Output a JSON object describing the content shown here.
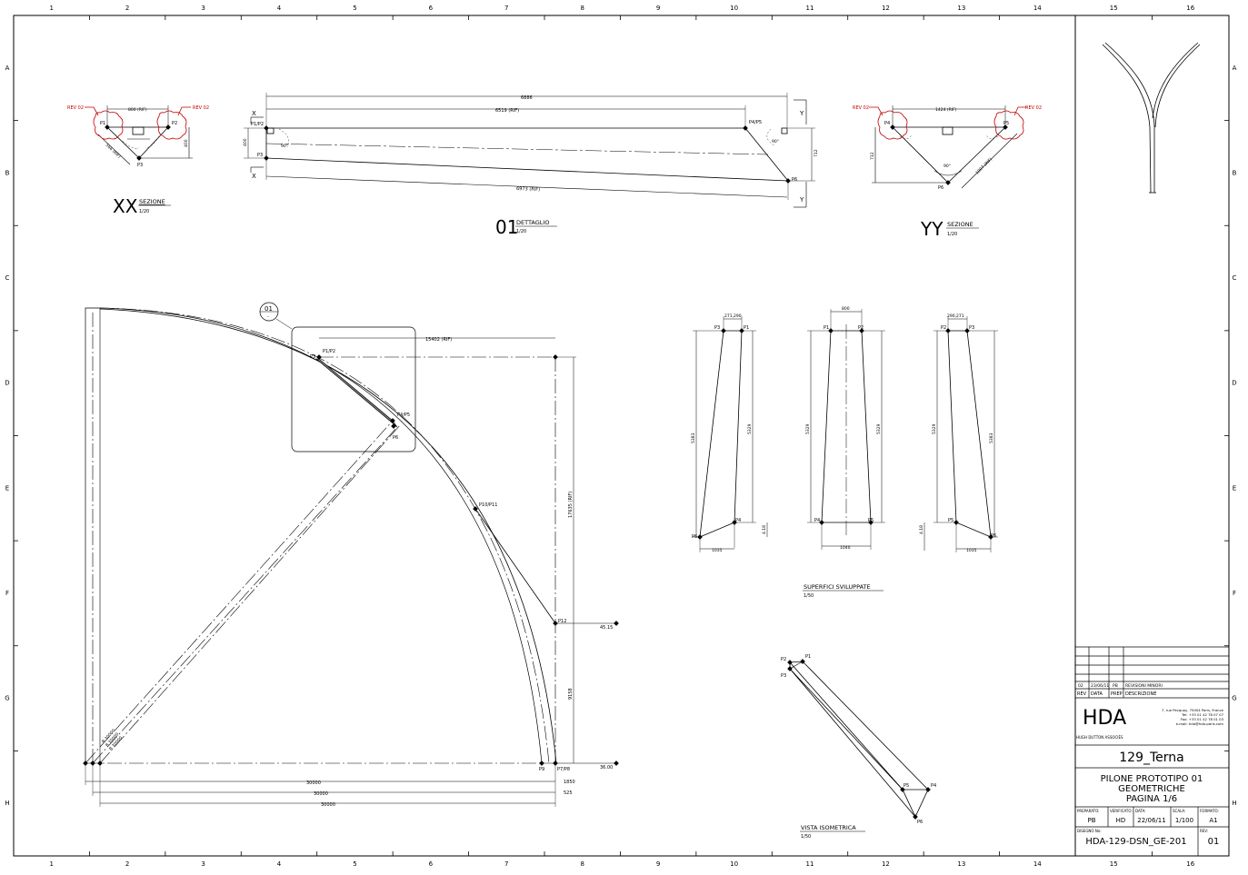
{
  "border": {
    "cols": [
      "1",
      "2",
      "3",
      "4",
      "5",
      "6",
      "7",
      "8",
      "9",
      "10",
      "11",
      "12",
      "13",
      "14",
      "15",
      "16"
    ],
    "rows": [
      "A",
      "B",
      "C",
      "D",
      "E",
      "F",
      "G",
      "H"
    ]
  },
  "section_xx": {
    "letters": "XX",
    "word": "SEZIONE",
    "scale": "1/20",
    "rev_left": "REV 02",
    "rev_right": "REV 02",
    "p1": "P1",
    "p2": "P2",
    "p3": "P3",
    "dim_top": "800 (RIF)",
    "dim_side": "400",
    "dim_diag": "566 (RIF)"
  },
  "detail_01": {
    "number": "01",
    "word": "DETTAGLIO",
    "scale": "1/20",
    "p12": "P1/P2",
    "p3": "P3",
    "p45": "P4/P5",
    "p6": "P6",
    "x": "X",
    "y": "Y",
    "dim_top": "6886",
    "dim_mid": "6519 (RIF)",
    "dim_bot": "6973 (RIF)",
    "dim_left": "400",
    "dim_right": "712",
    "ang_left": "90°",
    "ang_right": "90°"
  },
  "section_yy": {
    "letters": "YY",
    "word": "SEZIONE",
    "scale": "1/20",
    "rev_left": "REV 02",
    "rev_right": "REV 02",
    "p4": "P4",
    "p5": "P5",
    "p6": "P6",
    "dim_top": "1424 (RIF)",
    "dim_side": "712",
    "dim_diag": "1007 (RIF)",
    "ang": "90°"
  },
  "main_view": {
    "callout_num": "01",
    "callout_sub": "-",
    "p3": "P3",
    "p12": "P1/P2",
    "p45": "P4/P5",
    "p6": "P6",
    "p1011": "P10/P11",
    "p12b": "P12",
    "p9": "P9",
    "p78": "P7/P8",
    "dim_top": "15402 (RIF)",
    "dim_vert": "17635 (RIF)",
    "dim_vert2": "9158",
    "dim_right1": "45.15",
    "dim_right2": "36.00",
    "dim_h1": "30000",
    "dim_h2": "30000",
    "dim_h3": "30000",
    "dim_s1": "1850",
    "dim_s2": "525",
    "arc_labels": [
      "R 30000",
      "R 30000",
      "R 30000"
    ]
  },
  "surfaces": {
    "label": "SUPERFICI SVILUPPATE",
    "scale": "1/50",
    "left": {
      "p3": "P3",
      "p1": "P1",
      "p4": "P4",
      "p6": "P6",
      "top": "271,290",
      "h1": "5383",
      "h2": "5329",
      "bot": "1035",
      "side": "4.18"
    },
    "mid": {
      "p1": "P1",
      "p2": "P2",
      "p4": "P4",
      "p5": "P5",
      "top": "800",
      "h1": "5329",
      "h2": "5329",
      "bot": "1040"
    },
    "right": {
      "p2": "P2",
      "p3": "P3",
      "p5": "P5",
      "p6": "P6",
      "top": "290,271",
      "h1": "5329",
      "h2": "5383",
      "bot": "1035",
      "side": "4.18"
    }
  },
  "iso": {
    "label": "VISTA ISOMETRICA",
    "scale": "1/50",
    "p1": "P1",
    "p2": "P2",
    "p3": "P3",
    "p4": "P4",
    "p5": "P5",
    "p6": "P6"
  },
  "title_block": {
    "rev_row": {
      "rev": "02",
      "date": "23/06/11",
      "prep": "PB",
      "desc": "REVISIONI MINORI"
    },
    "headers": {
      "rev": "REV",
      "date": "DATA",
      "prep": "PREP",
      "desc": "DESCRIZIONE"
    },
    "logo": "HDA",
    "company": "HUGH DUTTON ASSOCIÉS",
    "address": [
      "7, rue Pecquay, 75004 Paris, France",
      "Tel: +33 01 42 78 07 07",
      "Fax: +33 01 42 78 01 03",
      "e-mail: hda@hda-paris.com"
    ],
    "project": "129_Terna",
    "title_lines": [
      "PILONE PROTOTIPO 01",
      "GEOMETRICHE",
      "PAGINA 1/6"
    ],
    "labels": {
      "prep": "PREPARATO:",
      "verif": "VERIFICATO:",
      "data": "DATA:",
      "scala": "SCALA:",
      "formato": "FORMATO:",
      "disegno": "DISEGNO No:",
      "rev": "REV:"
    },
    "values": {
      "prep": "PB",
      "verif": "HD",
      "data": "22/06/11",
      "scala": "1/100",
      "formato": "A1",
      "disegno": "HDA-129-DSN_GE-201",
      "rev": "01"
    }
  }
}
